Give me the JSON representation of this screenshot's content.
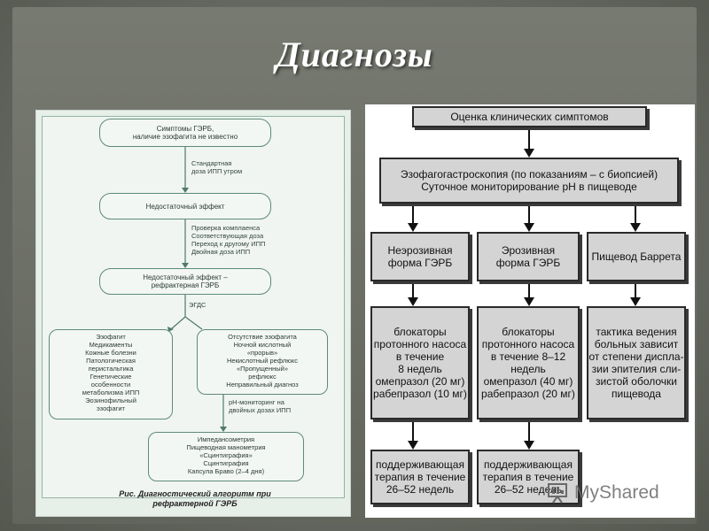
{
  "slide": {
    "title": "Диагнозы"
  },
  "left_flowchart": {
    "symptoms": "Симптомы ГЭРБ,\nналичие эзофагита не известно",
    "step1_note": "Стандартная\nдоза ИПП утром",
    "insufficient": "Недостаточный эффект",
    "step2_note": "Проверка комплаенса\nСоответствующая доза\nПереход к другому ИПП\nДвойная доза ИПП",
    "refractory": "Недостаточный эффект –\nрефрактерная ГЭРБ",
    "egds": "ЭГДС",
    "esophagitis": "Эзофагит\nМедикаменты\nКожные болезни\nПатологическая\nперистальтика\nГенетические\nособенности\nметаболизма ИПП\nЭозинофильный\nэзофагит",
    "no_esophagitis": "Отсутствие эзофагита\nНочной кислотный\n«прорыв»\nНекислотный рефлюкс\n«Пропущенный»\nрефлюкс\nНеправильный диагноз",
    "ph_note": "рН-мониторинг на\nдвойных дозах ИПП",
    "impedance": "Импедансометрия\nПищеводная манометрия\n«Сцинтиграфия»\nСцинтиграфия\nКапсула Браво (2–4 дня)",
    "caption": "Рис. Диагностический алгоритм при\nрефрактерной ГЭРБ"
  },
  "right_flowchart": {
    "top": "Оценка клинических симптомов",
    "second": "Эзофагогастроскопия (по показаниям – с биопсией)\nСуточное мониторирование рН в пищеводе",
    "col1_head": "Неэрозивная\nформа ГЭРБ",
    "col2_head": "Эрозивная\nформа ГЭРБ",
    "col3_head": "Пищевод Баррета",
    "col1_body": "блокаторы\nпротонного насоса\nв течение\n8 недель\nомепразол (20 мг)\nрабепразол (10 мг)",
    "col2_body": "блокаторы\nпротонного насоса\nв течение 8–12\nнедель\nомепразол (40 мг)\nрабепразол (20 мг)",
    "col3_body": "тактика ведения\nбольных зависит\nот степени диспла-\nзии эпителия сли-\nзистой оболочки\nпищевода",
    "col1_foot": "поддерживающая\nтерапия в течение\n26–52 недель",
    "col2_foot": "поддерживающая\nтерапия в течение\n26–52 недель"
  },
  "watermark": {
    "brand": "MyShared"
  },
  "colors": {
    "slide_bg": "#6d7067",
    "left_line": "#5e8a7b",
    "right_box": "#d4d4d4"
  }
}
